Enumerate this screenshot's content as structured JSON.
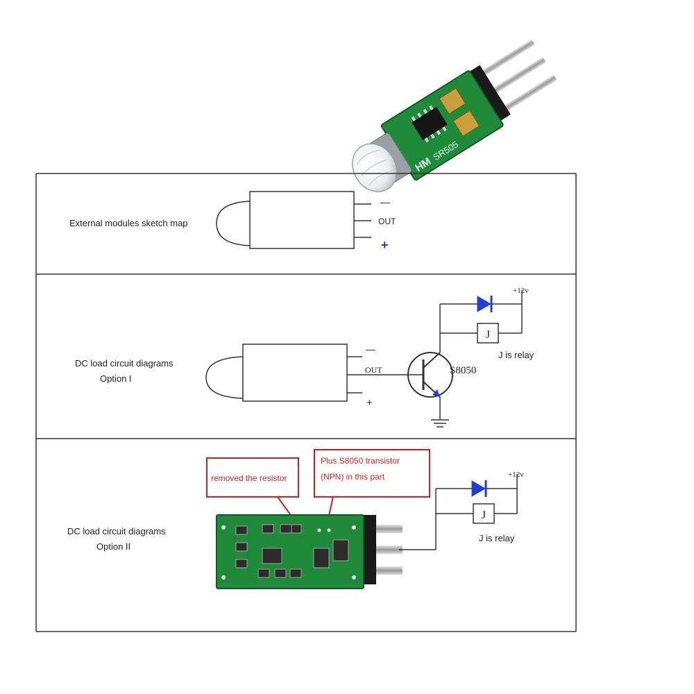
{
  "colors": {
    "line": "#333333",
    "diode": "#1e3fd0",
    "pcb": "#1f8a3a",
    "callout": "#cc1f1f",
    "pin": "#b8b8b8"
  },
  "module": {
    "silk_brand": "HM",
    "silk_part": "SR505"
  },
  "row1": {
    "label": "External modules sketch map",
    "pin_minus": "—",
    "pin_out": "OUT",
    "pin_plus": "+"
  },
  "row2": {
    "label_line1": "DC load circuit diagrams",
    "label_line2": "Option  I",
    "pin_minus": "—",
    "pin_out": "OUT",
    "pin_plus": "+",
    "transistor": "S8050",
    "supply": "+12v",
    "relay": "J",
    "relay_note": "J is relay"
  },
  "row3": {
    "label_line1": "DC load circuit diagrams",
    "label_line2": "Option II",
    "callout_1": "removed the resistor",
    "callout_2_line1": "Plus S8050 transistor",
    "callout_2_line2": "(NPN) in this part",
    "supply": "+12v",
    "relay": "J",
    "relay_note": "J is relay"
  }
}
